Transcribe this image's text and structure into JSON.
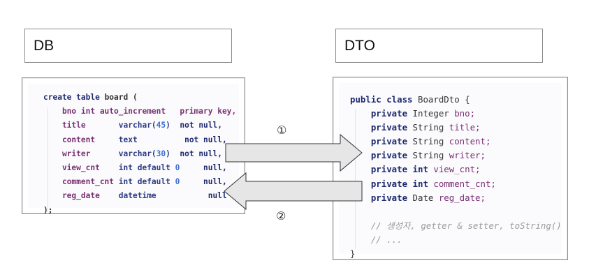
{
  "db": {
    "title": "DB"
  },
  "dto": {
    "title": "DTO"
  },
  "sql": {
    "lines": [
      [
        {
          "t": "create table ",
          "c": "k"
        },
        {
          "t": "board (",
          "c": "d"
        }
      ],
      [
        {
          "t": "    bno int auto_increment   primary key,",
          "c": "p"
        }
      ],
      [
        {
          "t": "    title       ",
          "c": "p"
        },
        {
          "t": "varchar(",
          "c": "t"
        },
        {
          "t": "45",
          "c": "n"
        },
        {
          "t": ")  ",
          "c": "t"
        },
        {
          "t": "not null,",
          "c": "k"
        }
      ],
      [
        {
          "t": "    content     ",
          "c": "p"
        },
        {
          "t": "text          ",
          "c": "t"
        },
        {
          "t": "not null,",
          "c": "k"
        }
      ],
      [
        {
          "t": "    writer      ",
          "c": "p"
        },
        {
          "t": "varchar(",
          "c": "t"
        },
        {
          "t": "30",
          "c": "n"
        },
        {
          "t": ")  ",
          "c": "t"
        },
        {
          "t": "not null,",
          "c": "k"
        }
      ],
      [
        {
          "t": "    view_cnt    ",
          "c": "p"
        },
        {
          "t": "int default ",
          "c": "t"
        },
        {
          "t": "0",
          "c": "n"
        },
        {
          "t": "     null,",
          "c": "k"
        }
      ],
      [
        {
          "t": "    comment_cnt ",
          "c": "p"
        },
        {
          "t": "int default ",
          "c": "t"
        },
        {
          "t": "0",
          "c": "n"
        },
        {
          "t": "     null,",
          "c": "k"
        }
      ],
      [
        {
          "t": "    reg_date    ",
          "c": "p"
        },
        {
          "t": "datetime",
          "c": "t"
        },
        {
          "t": "           null",
          "c": "k"
        }
      ],
      [
        {
          "t": ");",
          "c": "d"
        }
      ]
    ]
  },
  "java": {
    "lines": [
      [
        {
          "t": "public class ",
          "c": "jk"
        },
        {
          "t": "BoardDto {",
          "c": "jt"
        }
      ],
      [
        {
          "t": "    private ",
          "c": "jk"
        },
        {
          "t": "Integer ",
          "c": "jt"
        },
        {
          "t": "bno;",
          "c": "jf"
        }
      ],
      [
        {
          "t": "    private ",
          "c": "jk"
        },
        {
          "t": "String ",
          "c": "jt"
        },
        {
          "t": "title;",
          "c": "jf"
        }
      ],
      [
        {
          "t": "    private ",
          "c": "jk"
        },
        {
          "t": "String ",
          "c": "jt"
        },
        {
          "t": "content;",
          "c": "jf"
        }
      ],
      [
        {
          "t": "    private ",
          "c": "jk"
        },
        {
          "t": "String ",
          "c": "jt"
        },
        {
          "t": "writer;",
          "c": "jf"
        }
      ],
      [
        {
          "t": "    private ",
          "c": "jk"
        },
        {
          "t": "int ",
          "c": "jk"
        },
        {
          "t": "view_cnt;",
          "c": "jf"
        }
      ],
      [
        {
          "t": "    private ",
          "c": "jk"
        },
        {
          "t": "int ",
          "c": "jk"
        },
        {
          "t": "comment_cnt;",
          "c": "jf"
        }
      ],
      [
        {
          "t": "    private ",
          "c": "jk"
        },
        {
          "t": "Date ",
          "c": "jt"
        },
        {
          "t": "reg_date;",
          "c": "jf"
        }
      ],
      [
        {
          "t": "",
          "c": "jt"
        }
      ],
      [
        {
          "t": "    // 생성자, getter & setter, toString()",
          "c": "c"
        }
      ],
      [
        {
          "t": "    // ...",
          "c": "c"
        }
      ],
      [
        {
          "t": "}",
          "c": "jt"
        }
      ]
    ]
  },
  "arrows": {
    "forward": {
      "label": "①"
    },
    "backward": {
      "label": "②"
    },
    "fill": "#e6e6e6",
    "stroke": "#333333"
  }
}
